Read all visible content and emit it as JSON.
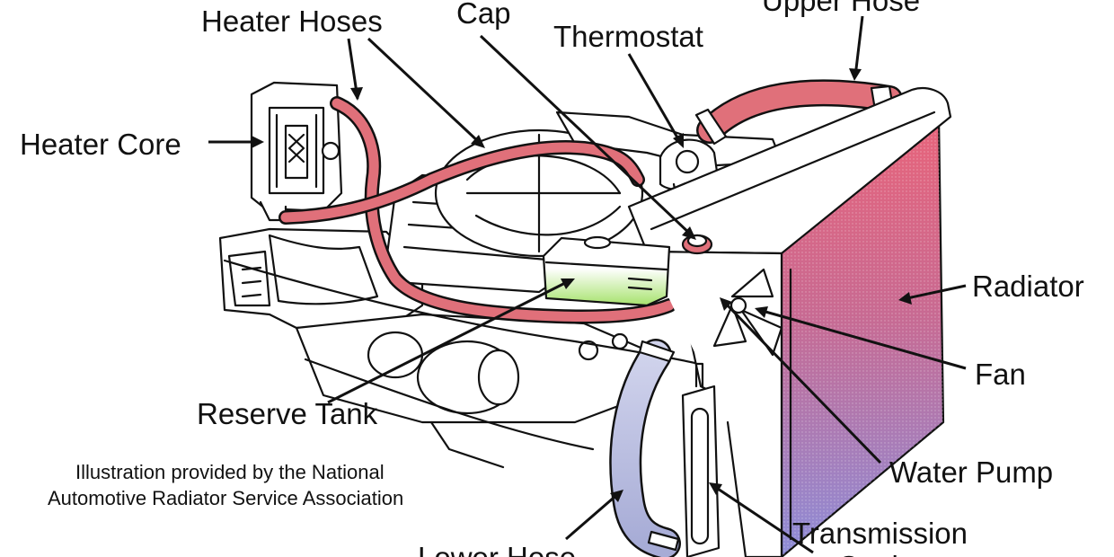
{
  "labels": {
    "heater_hoses": "Heater Hoses",
    "cap": "Cap",
    "upper_hose": "Upper Hose",
    "thermostat": "Thermostat",
    "heater_core": "Heater Core",
    "radiator": "Radiator",
    "fan": "Fan",
    "reserve_tank": "Reserve Tank",
    "water_pump": "Water Pump",
    "transmission_cooler_line1": "Transmission",
    "transmission_cooler_line2": "Cooler",
    "lower_hose": "Lower Hose"
  },
  "credit": {
    "line1": "Illustration provided by the National",
    "line2": "Automotive Radiator Service Association"
  },
  "colors": {
    "hot_coolant": "#e0707a",
    "cool_coolant": "#a7acd6",
    "reserve_fluid": "#a6e26c",
    "radiator_top": "#e8647a",
    "radiator_bottom": "#8d8dd8"
  }
}
